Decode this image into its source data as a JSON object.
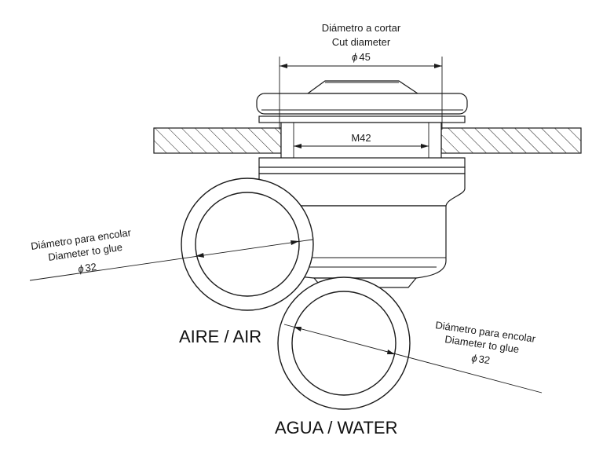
{
  "cut_dim": {
    "label_es": "Diámetro a cortar",
    "label_en": "Cut diameter",
    "value": "45"
  },
  "thread": {
    "label": "M42"
  },
  "glue_left": {
    "label_es": "Diámetro para encolar",
    "label_en": "Diameter to glue",
    "value": "32"
  },
  "glue_right": {
    "label_es": "Diámetro para encolar",
    "label_en": "Diameter to glue",
    "value": "32"
  },
  "pipes": {
    "air_label": "AIRE / AIR",
    "water_label": "AGUA / WATER"
  },
  "symbols": {
    "diameter": "ϕ"
  }
}
